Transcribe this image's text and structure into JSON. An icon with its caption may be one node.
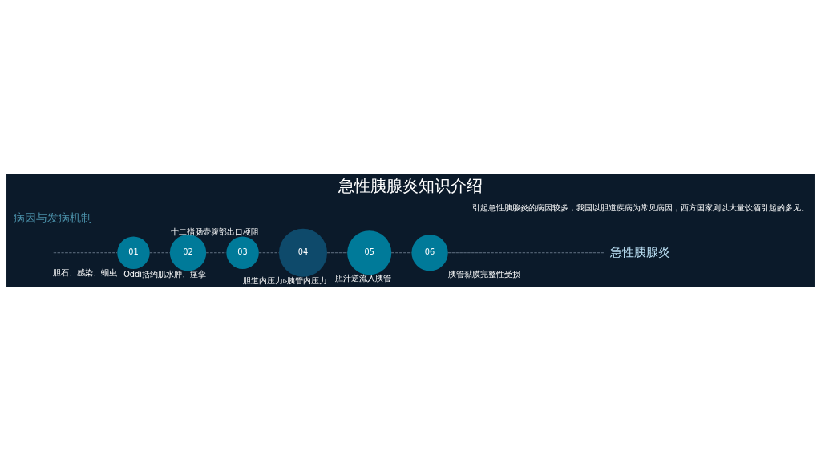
{
  "diagram": {
    "title": "急性胰腺炎知识介绍",
    "nodes": [
      {
        "text": [
          "01"
        ],
        "beside": [
          "胆石、感染、蛔虫"
        ]
      },
      {
        "text": [
          "02"
        ],
        "beside": [
          "Oddi括约肌水肿、痉挛"
        ]
      },
      {
        "text": [
          "03"
        ],
        "beside": [
          "十二指肠壶腹部出口梗阻"
        ]
      },
      {
        "text": [
          "04"
        ],
        "beside": [
          "胆道内压力▹胰管内压力"
        ]
      },
      {
        "text": [
          "05"
        ],
        "beside": [
          "胆汁逆流入胰管"
        ]
      },
      {
        "text": [
          "06"
        ],
        "beside": [
          "胰管黏膜完整性受损"
        ]
      },
      {
        "text": [
          "急性胰腺炎"
        ]
      }
    ],
    "edges": [
      {
        "from": null,
        "to": 0,
        "arrow": "none",
        "style": "dashed"
      },
      {
        "from": 0,
        "to": 1,
        "arrow": "none",
        "style": "dashed"
      },
      {
        "from": 1,
        "to": 2,
        "arrow": "none",
        "style": "dashed"
      },
      {
        "from": 2,
        "to": 3,
        "arrow": "none",
        "style": "dashed"
      },
      {
        "from": 3,
        "to": 4,
        "arrow": "none",
        "style": "dashed"
      },
      {
        "from": 4,
        "to": 5,
        "arrow": "none",
        "style": "dashed"
      },
      {
        "from": 5,
        "to": 6,
        "arrow": "none",
        "style": "dashed"
      }
    ],
    "labels": [
      "病因与发病机制",
      "引起急性胰腺炎的病因较多，我国以胆道疾病为常见病因，西方国家则以大量饮酒引起的多见。"
    ]
  }
}
